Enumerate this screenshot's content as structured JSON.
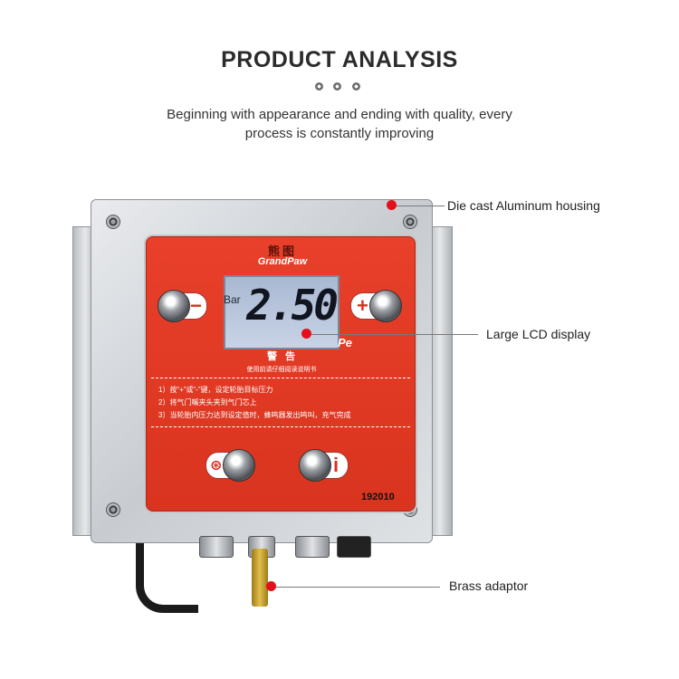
{
  "header": {
    "title": "PRODUCT ANALYSIS",
    "subtitle_line1": "Beginning with appearance and ending with quality, every",
    "subtitle_line2": "process is constantly improving"
  },
  "device": {
    "brand_cn": "熊图",
    "brand_en": "GrandPaw",
    "lcd_unit": "Bar",
    "lcd_value": "2.50",
    "lcd_pe": "Pe",
    "warning_title": "警 告",
    "warning_subtitle": "使用前请仔细阅读说明书",
    "instructions": [
      "1）按“+”或“-”键，设定轮胎目标压力",
      "2）将气门嘴夹头夹到气门芯上",
      "3）当轮胎内压力达到设定值时，蜂鸣器发出鸣叫，充气完成"
    ],
    "minus_sign": "−",
    "plus_sign": "+",
    "info_sign": "i",
    "serial": "192010"
  },
  "callouts": [
    {
      "label": "Die cast Aluminum housing"
    },
    {
      "label": "Large LCD display"
    },
    {
      "label": "Brass adaptor"
    }
  ],
  "colors": {
    "accent": "#e3101b",
    "panel": "#d9341f",
    "lcd": "#c8d3e6"
  }
}
